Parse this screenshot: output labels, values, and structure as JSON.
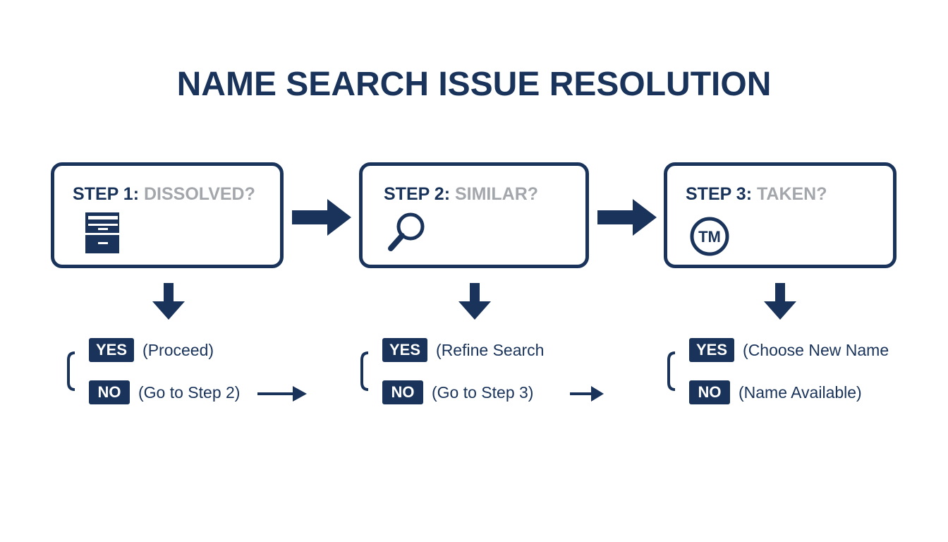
{
  "title": "NAME SEARCH ISSUE RESOLUTION",
  "colors": {
    "primary": "#19335a",
    "muted": "#a3a7ac",
    "background": "#ffffff"
  },
  "steps": [
    {
      "number_label": "STEP 1:",
      "question": "DISSOLVED?",
      "icon": "file-cabinet-icon",
      "yes_badge": "YES",
      "yes_text": "(Proceed)",
      "no_badge": "NO",
      "no_text": "(Go to Step 2)"
    },
    {
      "number_label": "STEP 2:",
      "question": "SIMILAR?",
      "icon": "magnifying-glass-icon",
      "yes_badge": "YES",
      "yes_text": "(Refine Search",
      "no_badge": "NO",
      "no_text": "(Go to Step 3)"
    },
    {
      "number_label": "STEP 3:",
      "question": "TAKEN?",
      "icon": "trademark-icon",
      "icon_text": "TM",
      "yes_badge": "YES",
      "yes_text": "(Choose New Name",
      "no_badge": "NO",
      "no_text": "(Name Available)"
    }
  ]
}
